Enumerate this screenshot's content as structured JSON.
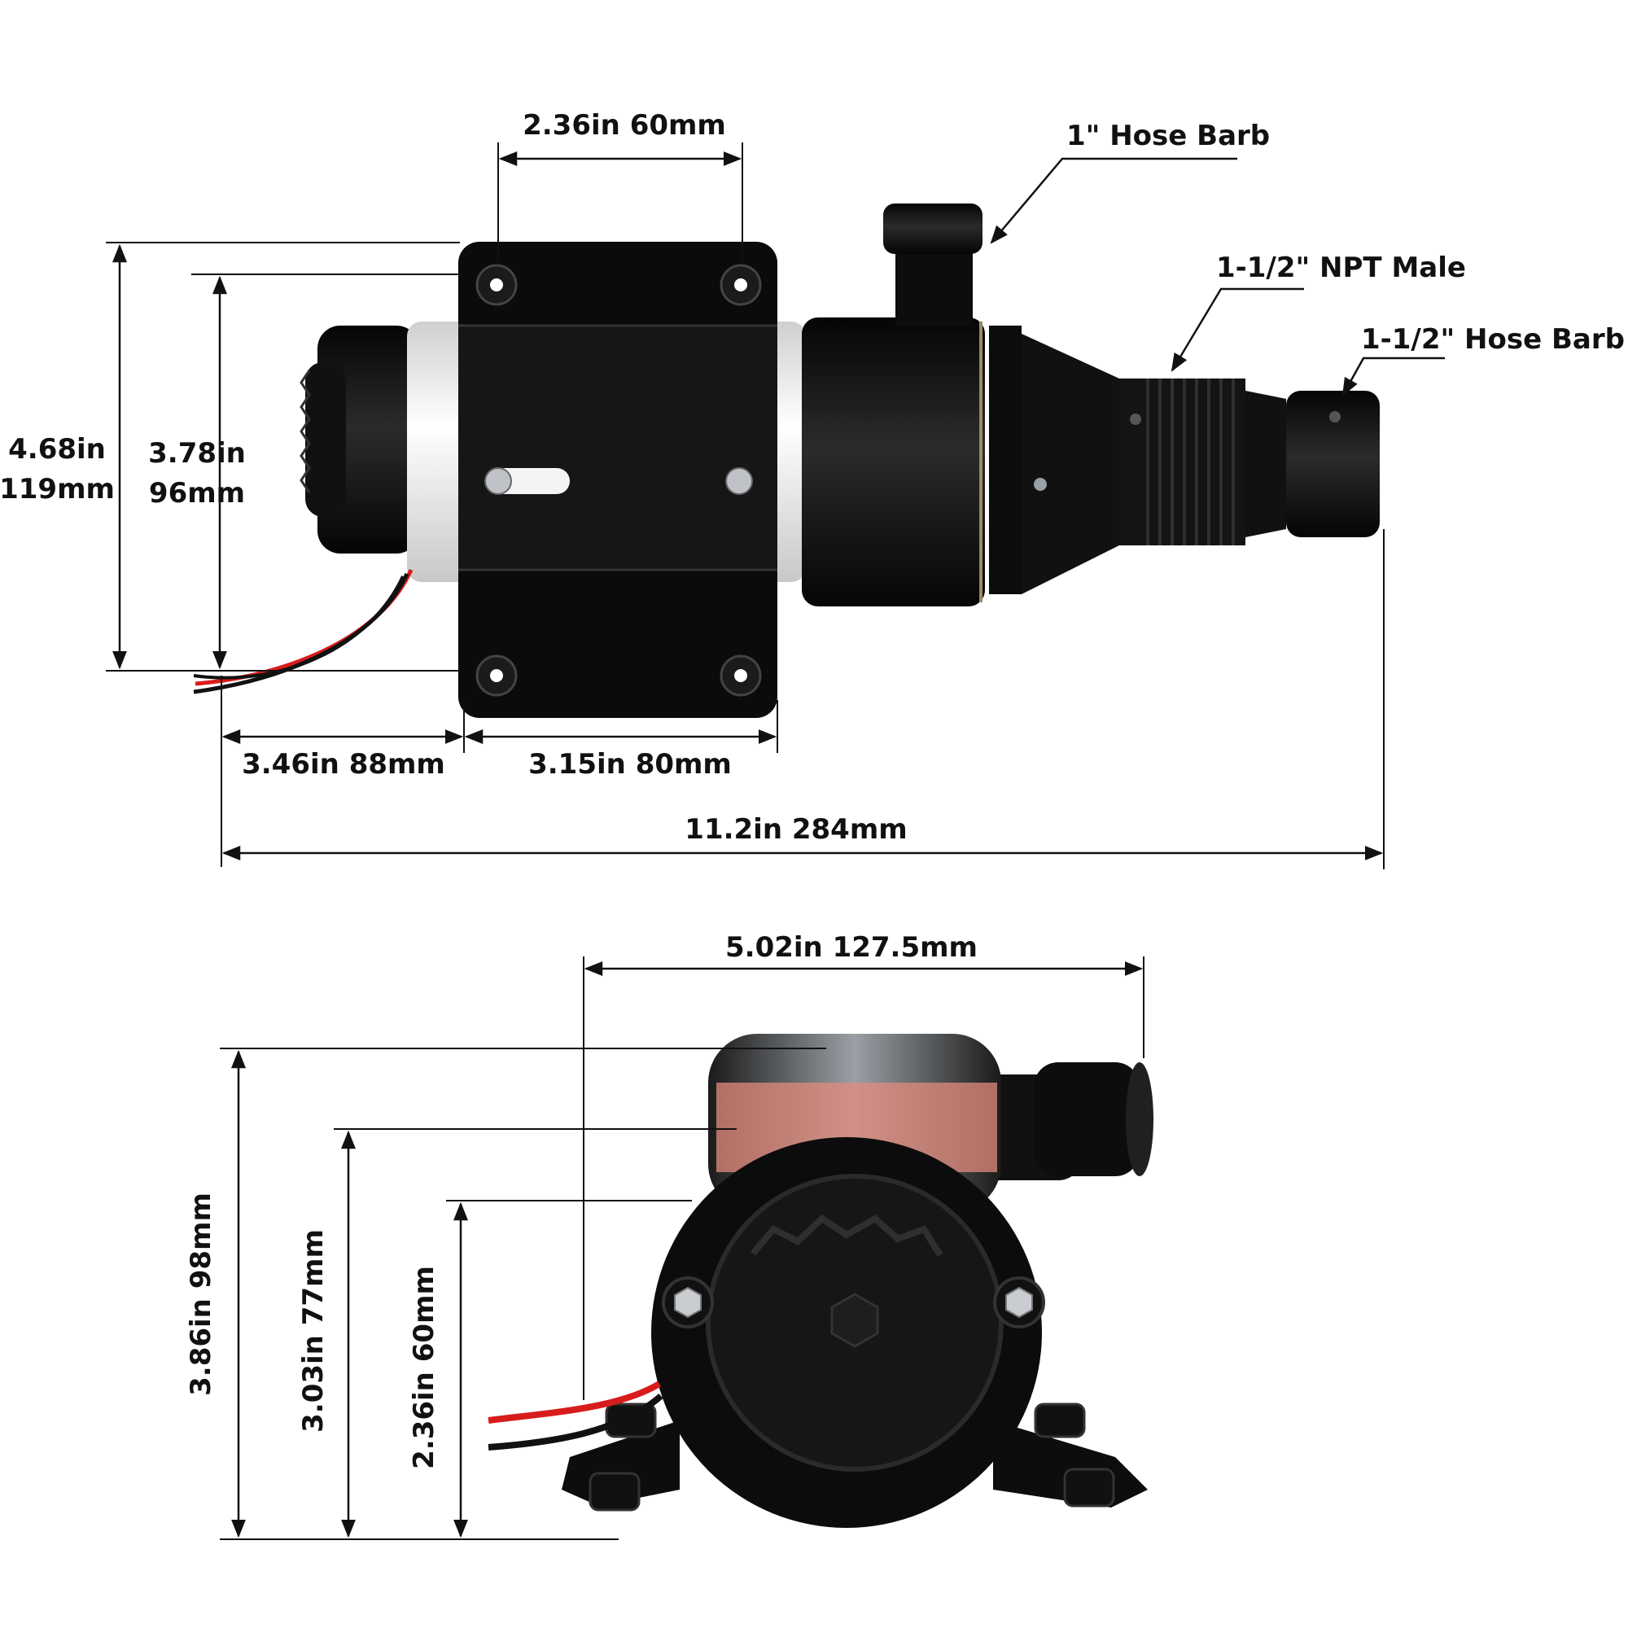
{
  "colors": {
    "background": "#ffffff",
    "pump_body": "#0b0b0b",
    "motor_sleeve": "#f2f2f2",
    "wire_red": "#d81c1c",
    "wire_black": "#111111",
    "label_band": "#e38b7c",
    "dimension_line": "#111111"
  },
  "side_view": {
    "top_width": "2.36in 60mm",
    "overall_height": {
      "inches": "4.68in",
      "mm": "119mm"
    },
    "inner_height": {
      "inches": "3.78in",
      "mm": "96mm"
    },
    "motor_length": "3.46in 88mm",
    "bracket_length": "3.15in 80mm",
    "overall_length": "11.2in 284mm",
    "callouts": {
      "hose_barb_small": "1\" Hose Barb",
      "npt_male": "1-1/2\" NPT Male",
      "hose_barb_large": "1-1/2\" Hose Barb"
    }
  },
  "end_view": {
    "width": "5.02in 127.5mm",
    "height_total": "3.86in 98mm",
    "height_mid": "3.03in 77mm",
    "height_inner": "2.36in 60mm"
  }
}
